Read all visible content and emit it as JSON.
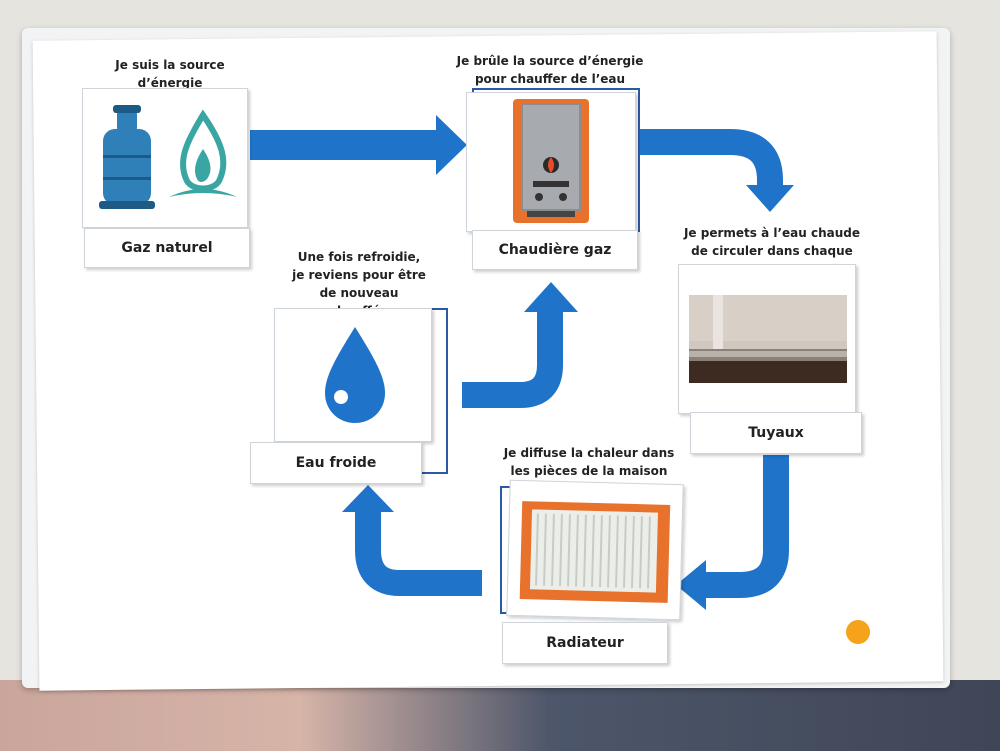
{
  "nodes": [
    {
      "id": "gaz",
      "caption": "Je suis la source d’énergie",
      "label": "Gaz naturel"
    },
    {
      "id": "chaudiere",
      "caption": "Je brûle la source d’énergie pour chauffer de l’eau",
      "label": "Chaudière gaz"
    },
    {
      "id": "tuyaux",
      "caption": "Je permets à l’eau chaude de circuler dans chaque",
      "label": "Tuyaux"
    },
    {
      "id": "radiateur",
      "caption": "Je diffuse la chaleur dans les pièces de la maison",
      "label": "Radiateur"
    },
    {
      "id": "eau",
      "caption": "Une fois refroidie, je reviens pour être de nouveau chauffée",
      "label": "Eau froide"
    }
  ],
  "colors": {
    "arrow": "#1f74c9",
    "dot": "#f5a31a",
    "orange": "#e8722c",
    "tank": "#2f7fb8"
  },
  "icons": [
    "gas-bottle-icon",
    "flame-icon",
    "boiler-icon",
    "pipe-photo-icon",
    "radiator-icon",
    "water-drop-icon"
  ]
}
